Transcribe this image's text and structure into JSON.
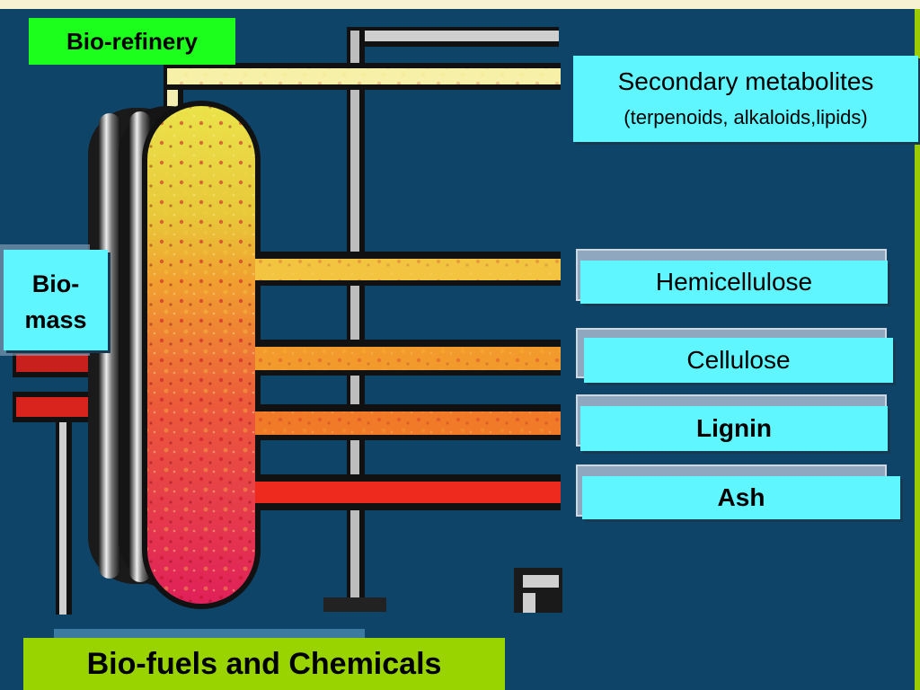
{
  "title": "Bio-refinery",
  "input": {
    "line1": "Bio-",
    "line2": "mass"
  },
  "outputs": {
    "secondary": "Secondary metabolites",
    "secondary_detail": "(terpenoids, alkaloids,lipids)",
    "hemicellulose": "Hemicellulose",
    "cellulose": "Cellulose",
    "lignin": "Lignin",
    "ash": "Ash"
  },
  "footer": "Bio-fuels and Chemicals",
  "colors": {
    "panel": "#0e4468",
    "label_cyan": "#5ff6ff",
    "title_green": "#1cff1c",
    "footer_lime": "#99d400",
    "column_top": "#e8e34a",
    "column_mid": "#f08a2a",
    "column_bottom": "#e0205a"
  }
}
